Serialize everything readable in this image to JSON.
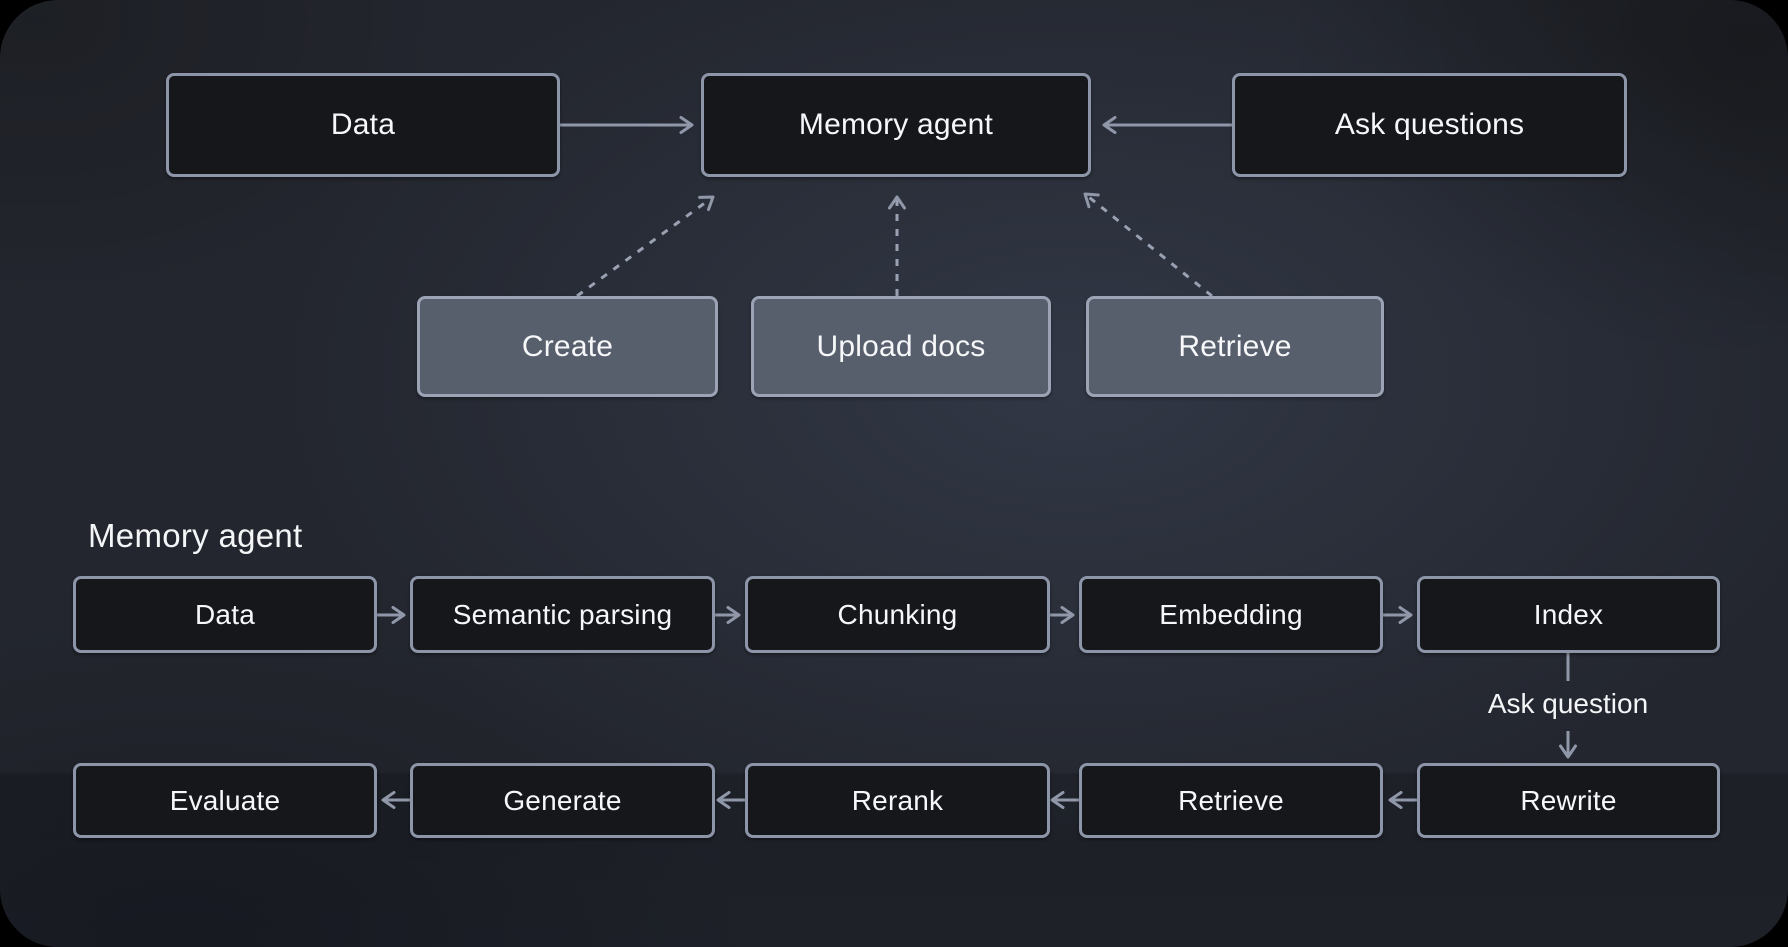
{
  "top_flow": {
    "nodes": [
      {
        "id": "data",
        "label": "Data"
      },
      {
        "id": "memory_agent",
        "label": "Memory agent"
      },
      {
        "id": "ask_questions",
        "label": "Ask questions"
      }
    ],
    "actions": [
      {
        "id": "create",
        "label": "Create"
      },
      {
        "id": "upload_docs",
        "label": "Upload docs"
      },
      {
        "id": "retrieve",
        "label": "Retrieve"
      }
    ]
  },
  "pipeline": {
    "title": "Memory agent",
    "edge_label": "Ask question",
    "ingest_row": [
      "Data",
      "Semantic parsing",
      "Chunking",
      "Embedding",
      "Index"
    ],
    "query_row": [
      "Evaluate",
      "Generate",
      "Rerank",
      "Retrieve",
      "Rewrite"
    ]
  },
  "colors": {
    "background_base": "#20232b",
    "background_glow": "#2b3140",
    "node_dark_fill": "#16171b",
    "node_dark_border": "#8d95a8",
    "node_gray_fill": "#575e6c",
    "node_gray_border": "#9ba3b4",
    "arrow": "#8f97a9",
    "text": "#f6f7f9"
  }
}
